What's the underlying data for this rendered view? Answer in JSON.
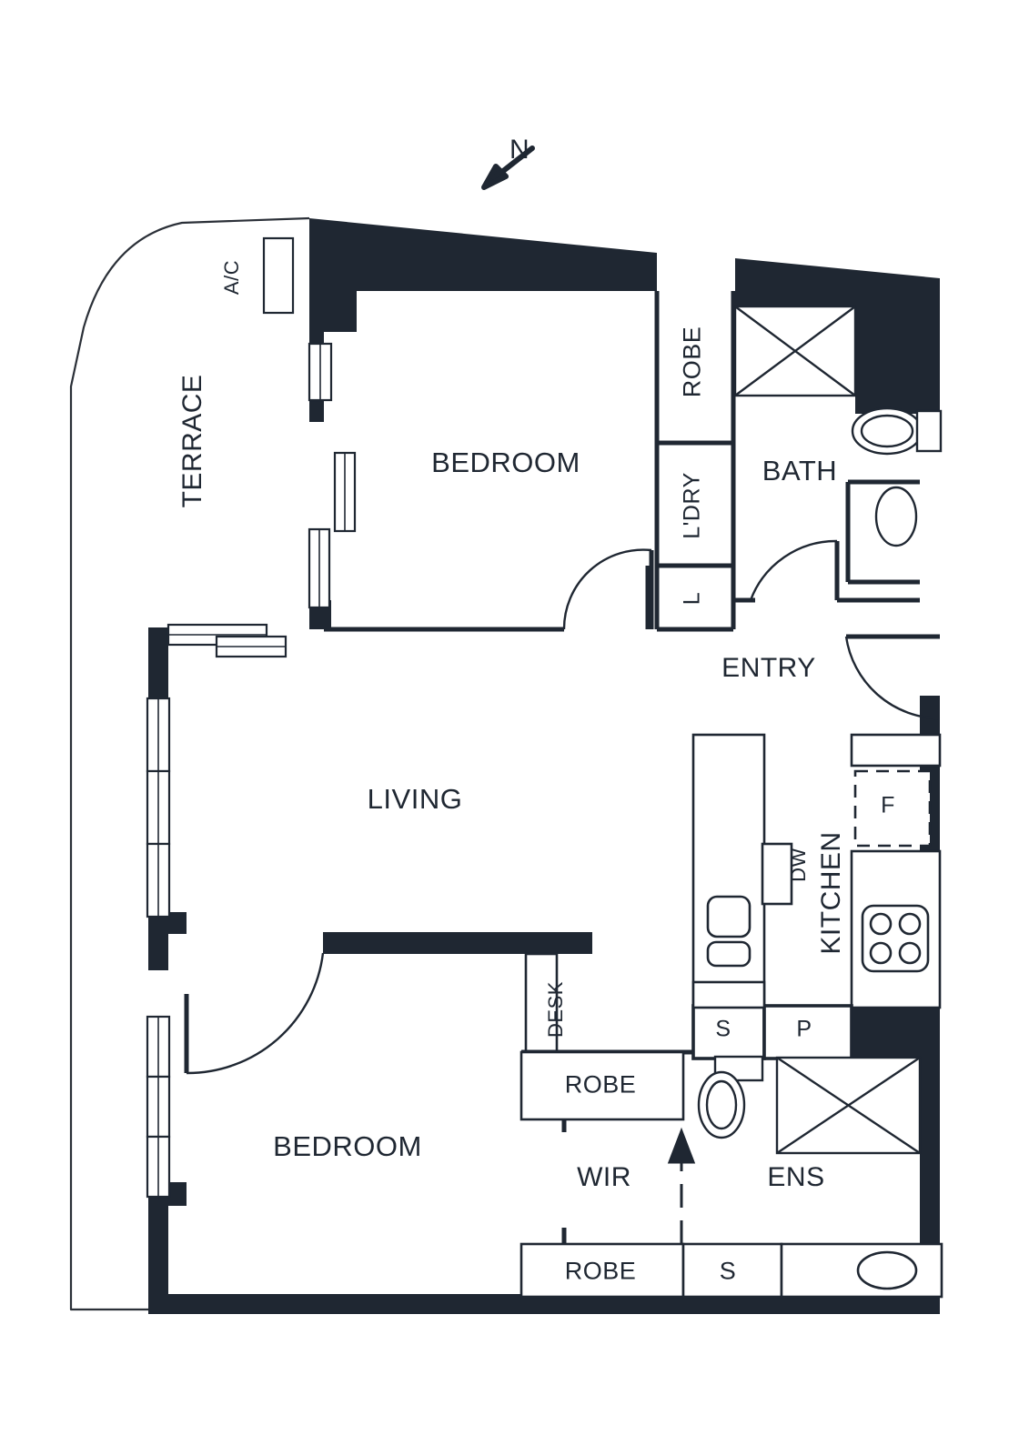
{
  "plan": {
    "type": "residential-floor-plan",
    "orientation": {
      "label": "N",
      "direction": "down-left"
    },
    "colors": {
      "wall_solid": "#1f2732",
      "line": "#1f2732",
      "background": "#ffffff",
      "thin_line": "#2b3038"
    },
    "rooms": [
      {
        "id": "terrace",
        "label": "TERRACE",
        "rotation": -90
      },
      {
        "id": "bedroom-main",
        "label": "BEDROOM",
        "rotation": 0
      },
      {
        "id": "bath",
        "label": "BATH",
        "rotation": 0
      },
      {
        "id": "entry",
        "label": "ENTRY",
        "rotation": 0
      },
      {
        "id": "living",
        "label": "LIVING",
        "rotation": 0
      },
      {
        "id": "kitchen",
        "label": "KITCHEN",
        "rotation": -90
      },
      {
        "id": "bedroom-two",
        "label": "BEDROOM",
        "rotation": 0
      },
      {
        "id": "wir",
        "label": "WIR",
        "rotation": 0
      },
      {
        "id": "ens",
        "label": "ENS",
        "rotation": 0
      }
    ],
    "fixtures": [
      {
        "id": "ac",
        "label": "A/C",
        "rotation": -90,
        "note": "air conditioning unit on terrace"
      },
      {
        "id": "robe-main",
        "label": "ROBE",
        "rotation": -90,
        "note": "main bedroom wardrobe"
      },
      {
        "id": "laundry",
        "label": "L'DRY",
        "rotation": -90,
        "note": "laundry closet"
      },
      {
        "id": "linen",
        "label": "L",
        "rotation": -90,
        "note": "linen cupboard"
      },
      {
        "id": "dishwasher",
        "label": "DW",
        "rotation": -90,
        "note": "dishwasher"
      },
      {
        "id": "fridge",
        "label": "F",
        "rotation": 0,
        "note": "fridge space, dashed outline"
      },
      {
        "id": "sink-cab",
        "label": "S",
        "rotation": 0,
        "note": "kitchen storage"
      },
      {
        "id": "pantry",
        "label": "P",
        "rotation": 0,
        "note": "pantry"
      },
      {
        "id": "desk",
        "label": "DESK",
        "rotation": -90,
        "note": "built-in desk"
      },
      {
        "id": "robe-upper",
        "label": "ROBE",
        "rotation": 0,
        "note": "walk-in robe upper shelving"
      },
      {
        "id": "robe-lower",
        "label": "ROBE",
        "rotation": 0,
        "note": "walk-in robe lower shelving"
      },
      {
        "id": "store-ens",
        "label": "S",
        "rotation": 0,
        "note": "ensuite storage"
      }
    ]
  }
}
